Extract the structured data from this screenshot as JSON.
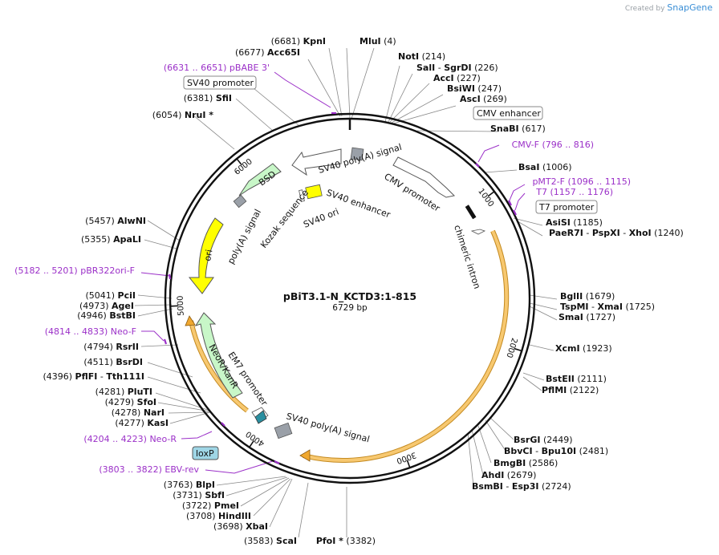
{
  "brand": {
    "created_by": "Created by",
    "name": "SnapGene"
  },
  "map": {
    "name": "pBiT3.1-N_KCTD3:1-815",
    "size": "6729 bp",
    "ticks": [
      "1000",
      "2000",
      "3000",
      "4000",
      "5000",
      "6000"
    ]
  },
  "sites": [
    {
      "name": "MluI",
      "pos": "(4)"
    },
    {
      "name": "NotI",
      "pos": "(214)"
    },
    {
      "name": "SalI",
      "name2": "SgrDI",
      "pos": "(226)"
    },
    {
      "name": "AccI",
      "pos": "(227)"
    },
    {
      "name": "BsiWI",
      "pos": "(247)"
    },
    {
      "name": "AscI",
      "pos": "(269)"
    },
    {
      "name": "SnaBI",
      "pos": "(617)"
    },
    {
      "name": "BsaI",
      "pos": "(1006)"
    },
    {
      "name": "AsiSI",
      "pos": "(1185)"
    },
    {
      "name": "PaeR7I",
      "name2": "PspXI",
      "name3": "XhoI",
      "pos": "(1240)"
    },
    {
      "name": "BglII",
      "pos": "(1679)"
    },
    {
      "name": "TspMI",
      "name2": "XmaI",
      "pos": "(1725)"
    },
    {
      "name": "SmaI",
      "pos": "(1727)"
    },
    {
      "name": "XcmI",
      "pos": "(1923)"
    },
    {
      "name": "BstEII",
      "pos": "(2111)"
    },
    {
      "name": "PflMI",
      "pos": "(2122)"
    },
    {
      "name": "BsrGI",
      "pos": "(2449)"
    },
    {
      "name": "BbvCI",
      "name2": "Bpu10I",
      "pos": "(2481)"
    },
    {
      "name": "BmgBI",
      "pos": "(2586)"
    },
    {
      "name": "AhdI",
      "pos": "(2679)"
    },
    {
      "name": "BsmBI",
      "name2": "Esp3I",
      "pos": "(2724)"
    },
    {
      "name": "PfoI *",
      "pos": "(3382)"
    },
    {
      "name": "ScaI",
      "pos": "(3583)"
    },
    {
      "name": "XbaI",
      "pos": "(3698)"
    },
    {
      "name": "HindIII",
      "pos": "(3708)"
    },
    {
      "name": "PmeI",
      "pos": "(3722)"
    },
    {
      "name": "SbfI",
      "pos": "(3731)"
    },
    {
      "name": "BlpI",
      "pos": "(3763)"
    },
    {
      "name": "KasI",
      "pos": "(4277)"
    },
    {
      "name": "NarI",
      "pos": "(4278)"
    },
    {
      "name": "SfoI",
      "pos": "(4279)"
    },
    {
      "name": "PluTI",
      "pos": "(4281)"
    },
    {
      "name": "PflFI",
      "name2": "Tth111I",
      "pos": "(4396)"
    },
    {
      "name": "BsrDI",
      "pos": "(4511)"
    },
    {
      "name": "RsrII",
      "pos": "(4794)"
    },
    {
      "name": "BstBI",
      "pos": "(4946)"
    },
    {
      "name": "AgeI",
      "pos": "(4973)"
    },
    {
      "name": "PciI",
      "pos": "(5041)"
    },
    {
      "name": "ApaLI",
      "pos": "(5355)"
    },
    {
      "name": "AlwNI",
      "pos": "(5457)"
    },
    {
      "name": "NruI *",
      "pos": "(6054)"
    },
    {
      "name": "SfiI",
      "pos": "(6381)"
    },
    {
      "name": "Acc65I",
      "pos": "(6677)"
    },
    {
      "name": "KpnI",
      "pos": "(6681)"
    }
  ],
  "primers": [
    {
      "range": "(6631 .. 6651)",
      "name": "pBABE 3'"
    },
    {
      "range": "(796 .. 816)",
      "name": "CMV-F"
    },
    {
      "range": "(1096 .. 1115)",
      "name": "pMT2-F"
    },
    {
      "range": "(1157 .. 1176)",
      "name": "T7"
    },
    {
      "range": "(5182 .. 5201)",
      "name": "pBR322ori-F"
    },
    {
      "range": "(4814 .. 4833)",
      "name": "Neo-F"
    },
    {
      "range": "(4204 .. 4223)",
      "name": "Neo-R"
    },
    {
      "range": "(3803 .. 3822)",
      "name": "EBV-rev"
    }
  ],
  "boxed_labels": [
    "SV40 promoter",
    "CMV enhancer",
    "T7 promoter",
    "loxP"
  ],
  "features": [
    "SV40 poly(A) signal",
    "CMV promoter",
    "chimeric intron",
    "SV40 enhancer",
    "SV40 ori",
    "Kozak sequence",
    "BSD",
    "poly(A) signal",
    "ori",
    "NeoR/KanR",
    "EM7 promoter",
    "SV40 poly(A) signal"
  ],
  "colors": {
    "primer": "#9b30c8",
    "ori": "#ffff00",
    "marker_green": "#c8f7c8",
    "orange_arc": "#f0a830",
    "loxp_fill": "#9fd6e6",
    "grey_box": "#9aa0a8"
  }
}
